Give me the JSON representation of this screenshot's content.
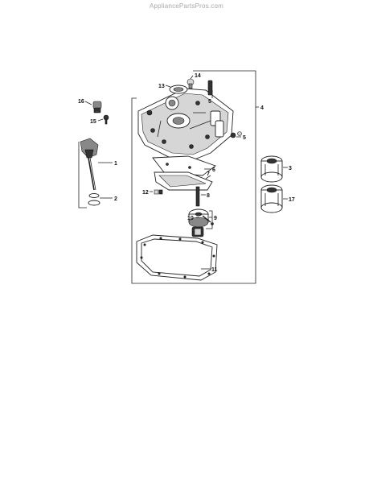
{
  "watermark": "AppliancePartsPros.com",
  "callouts": {
    "c1": "1",
    "c2": "2",
    "c3": "3",
    "c4": "4",
    "c5a": "5",
    "c5b": "5",
    "c6": "6",
    "c7": "7",
    "c8": "8",
    "c9": "9",
    "c10": "10",
    "c11": "11",
    "c12": "12",
    "c13": "13",
    "c14": "14",
    "c15": "15",
    "c16": "16",
    "c17": "17"
  }
}
